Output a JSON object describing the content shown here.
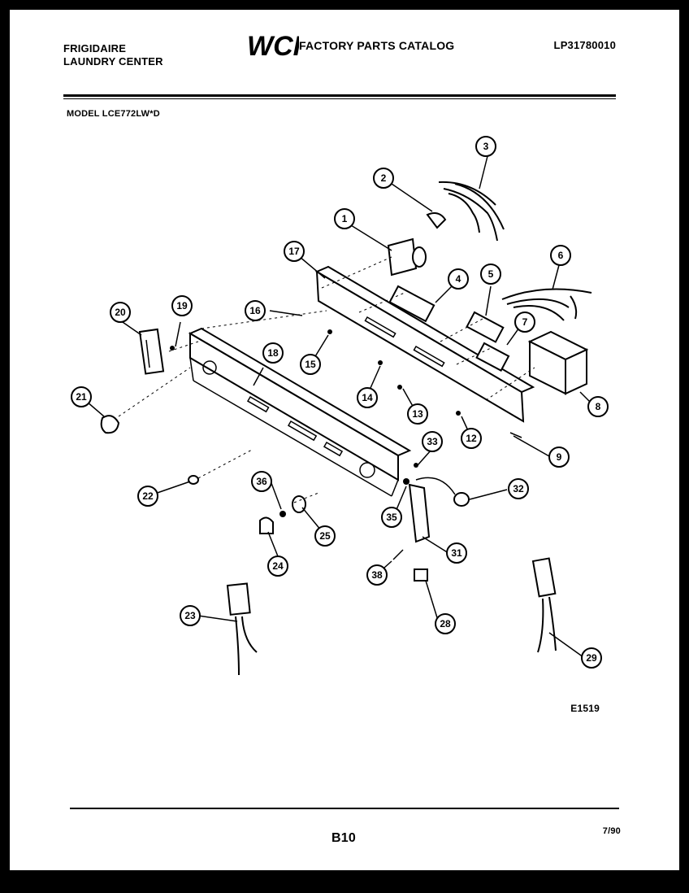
{
  "header": {
    "brand_line1": "FRIGIDAIRE",
    "brand_line2": "LAUNDRY CENTER",
    "logo_text": "WCI",
    "catalog_title": "FACTORY PARTS CATALOG",
    "catalog_code": "LP31780010",
    "model": "MODEL LCE772LW*D"
  },
  "footer": {
    "page": "B10",
    "date": "7/90",
    "figure_id": "E1519"
  },
  "callouts": [
    "1",
    "2",
    "3",
    "4",
    "5",
    "6",
    "7",
    "8",
    "9",
    "12",
    "13",
    "14",
    "15",
    "16",
    "17",
    "18",
    "19",
    "20",
    "21",
    "22",
    "23",
    "24",
    "25",
    "28",
    "29",
    "31",
    "32",
    "33",
    "35",
    "36",
    "38"
  ]
}
